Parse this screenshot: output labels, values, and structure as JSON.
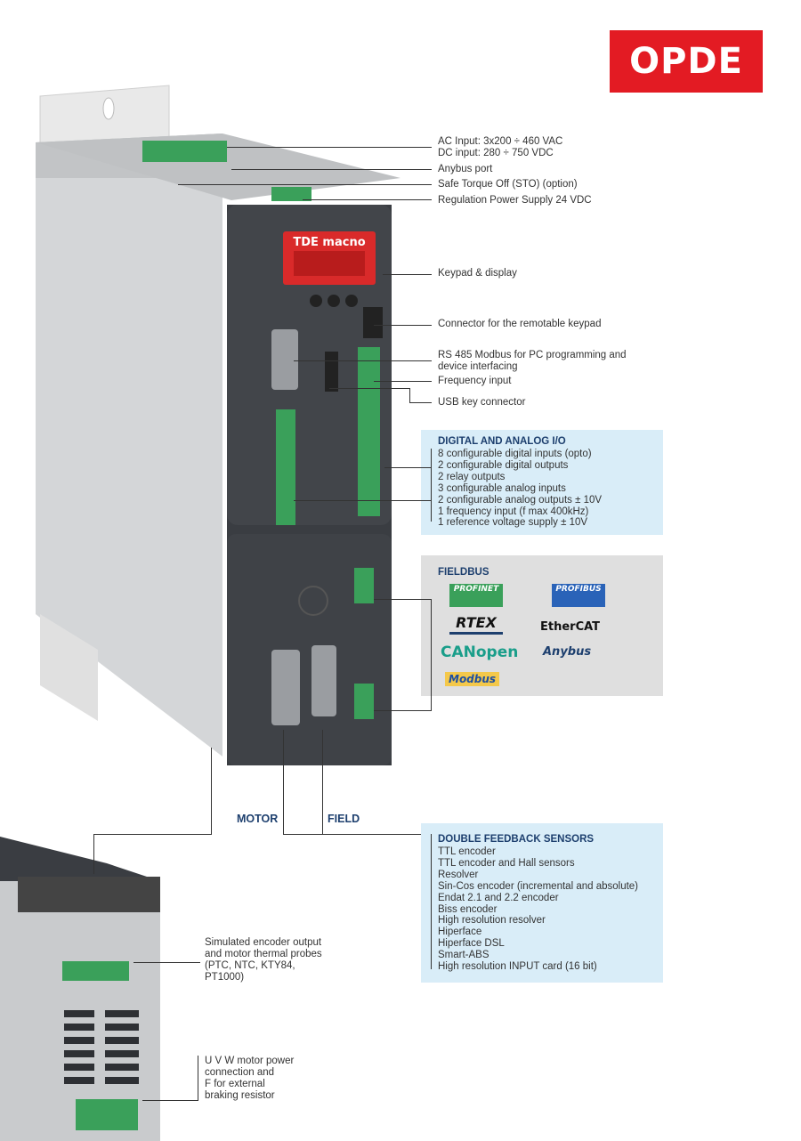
{
  "brand": {
    "logo_text": "OPDE",
    "display_brand": "TDE macno"
  },
  "callouts_top": [
    "AC Input: 3x200 ÷ 460 VAC",
    "DC input: 280 ÷ 750 VDC",
    "Anybus port",
    "Safe Torque Off (STO) (option)",
    "Regulation Power Supply 24 VDC",
    "Keypad & display",
    "Connector for the remotable keypad",
    "RS 485 Modbus for PC programming and",
    "device interfacing",
    "Frequency input",
    "USB key connector"
  ],
  "digital_io": {
    "title": "DIGITAL AND ANALOG I/O",
    "items": [
      "8 configurable digital inputs (opto)",
      "2 configurable digital outputs",
      "2 relay outputs",
      "3 configurable analog inputs",
      "2 configurable analog outputs ± 10V",
      "1 frequency input (f max 400kHz)",
      "1 reference voltage supply ± 10V"
    ]
  },
  "fieldbus": {
    "title": "FIELDBUS",
    "logos": [
      "PROFINET",
      "PROFIBUS",
      "RTEX",
      "EtherCAT",
      "CANopen",
      "Anybus",
      "Modbus"
    ]
  },
  "motor_labels": {
    "motor": "MOTOR",
    "field": "FIELD"
  },
  "feedback": {
    "title": "DOUBLE FEEDBACK SENSORS",
    "items": [
      "TTL encoder",
      "TTL encoder and Hall sensors",
      "Resolver",
      "Sin-Cos encoder (incremental and absolute)",
      "Endat 2.1 and 2.2 encoder",
      "Biss encoder",
      "High resolution resolver",
      "Hiperface",
      "Hiperface DSL",
      "Smart-ABS",
      "High resolution INPUT card (16 bit)"
    ]
  },
  "bottom_callouts": {
    "encoder": [
      "Simulated encoder output",
      "and motor thermal probes",
      "(PTC, NTC, KTY84,",
      "PT1000)"
    ],
    "power": [
      "U V W motor power",
      "connection and",
      "F for external",
      "braking resistor"
    ]
  },
  "colors": {
    "logo_red": "#e31b23",
    "box_blue": "#d9edf8",
    "box_grey": "#dfdfdf",
    "title_blue": "#1d3f6e",
    "device_dark": "#3a3d42",
    "terminal_green": "#3aa05a"
  }
}
